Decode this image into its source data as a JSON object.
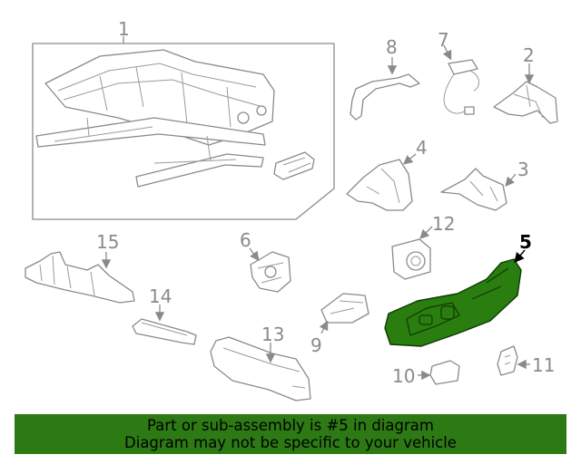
{
  "callouts": {
    "c1": "1",
    "c2": "2",
    "c3": "3",
    "c4": "4",
    "c5": "5",
    "c6": "6",
    "c7": "7",
    "c8": "8",
    "c9": "9",
    "c10": "10",
    "c11": "11",
    "c12": "12",
    "c13": "13",
    "c14": "14",
    "c15": "15"
  },
  "highlight_color": "#2d7a14",
  "banner": {
    "line1": "Part or sub-assembly is #5 in diagram",
    "line2": "Diagram may not be specific to your vehicle"
  }
}
